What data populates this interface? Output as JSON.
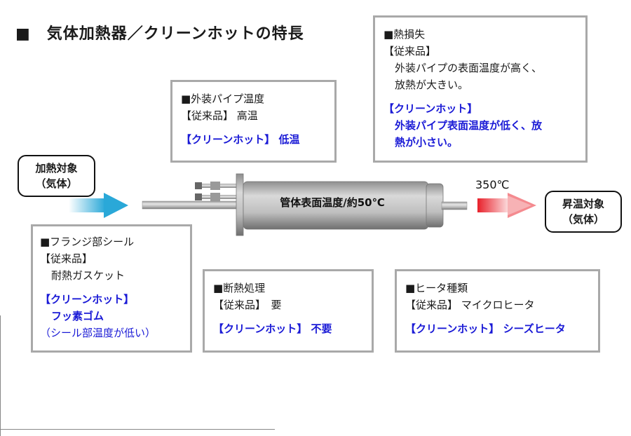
{
  "title": "■　気体加熱器／クリーンホットの特長",
  "heat_loss": {
    "heading": "■熱損失",
    "conventional_label": "【従来品】",
    "conventional_text_1": "外装パイプの表面温度が高く、",
    "conventional_text_2": "放熱が大きい。",
    "cleanhot_label": "【クリーンホット】",
    "cleanhot_text_1": "外装パイプ表面温度が低く、放",
    "cleanhot_text_2": "熱が小さい。"
  },
  "pipe_temp": {
    "heading": "■外装パイプ温度",
    "conventional": "【従来品】 高温",
    "cleanhot": "【クリーンホット】 低温"
  },
  "flange_seal": {
    "heading": "■フランジ部シール",
    "conventional_label": "【従来品】",
    "conventional_text": "耐熱ガスケット",
    "cleanhot_label": "【クリーンホット】",
    "cleanhot_text": "フッ素ゴム",
    "cleanhot_note": "（シール部温度が低い）"
  },
  "insulation": {
    "heading": "■断熱処理",
    "conventional": "【従来品】　要",
    "cleanhot": "【クリーンホット】 不要"
  },
  "heater_type": {
    "heading": "■ヒータ種類",
    "conventional": "【従来品】 マイクロヒータ",
    "cleanhot": "【クリーンホット】 シーズヒータ"
  },
  "inlet": {
    "line1": "加熱対象",
    "line2": "（気体）"
  },
  "outlet": {
    "line1": "昇温対象",
    "line2": "（気体）"
  },
  "pipe_surface_label": "管体表面温度/約50℃",
  "outlet_temp": "350℃",
  "colors": {
    "cleanhot_blue": "#1a1ad6",
    "box_border": "#a9a9a9",
    "inlet_arrow": "#2aa8d8",
    "outlet_arrow": "#e8202a"
  }
}
